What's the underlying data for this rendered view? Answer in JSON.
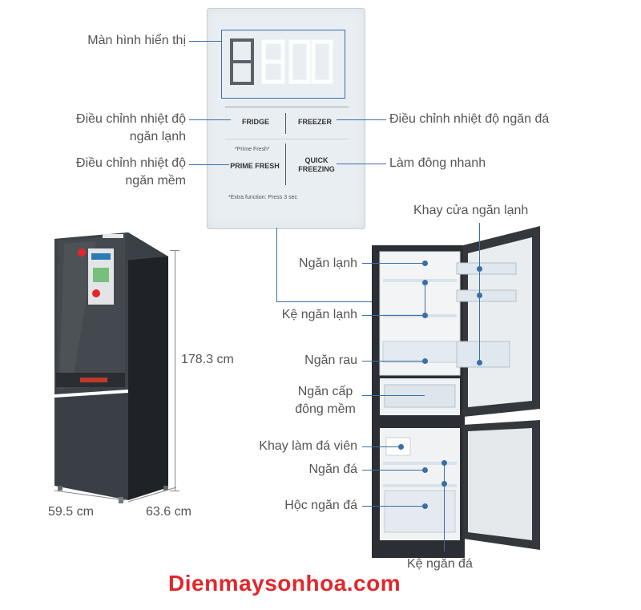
{
  "labels": {
    "display": "Màn hình hiển thị",
    "fridge_temp_1": "Điều chỉnh nhiệt độ",
    "fridge_temp_2": "ngăn lạnh",
    "soft_temp_1": "Điều chỉnh nhiệt độ",
    "soft_temp_2": "ngăn mềm",
    "freezer_temp": "Điều chỉnh nhiệt độ ngăn đá",
    "quick_freeze": "Làm đông nhanh",
    "door_tray": "Khay cửa ngăn lạnh",
    "fridge": "Ngăn lạnh",
    "fridge_shelf": "Kệ ngăn lạnh",
    "vegetable": "Ngăn rau",
    "soft_freeze_1": "Ngăn cấp",
    "soft_freeze_2": "đông mềm",
    "ice_tray": "Khay làm đá viên",
    "freezer": "Ngăn đá",
    "freezer_drawer": "Hộc ngăn đá",
    "freezer_shelf": "Kệ ngăn đá"
  },
  "panel": {
    "fridge": "FRIDGE",
    "freezer": "FREEZER",
    "prime_fresh_note": "*Prime Fresh*",
    "prime_fresh": "PRIME FRESH",
    "quick_1": "QUICK",
    "quick_2": "FREEZING",
    "extra": "*Extra function: Press 3 sec"
  },
  "dimensions": {
    "height": "178.3 cm",
    "width": "59.5 cm",
    "depth": "63.6 cm"
  },
  "brand": "Dienmaysonhoa.com",
  "colors": {
    "leader": "#3a6ea5",
    "brand": "#e3262b",
    "body": "#2e3338"
  }
}
